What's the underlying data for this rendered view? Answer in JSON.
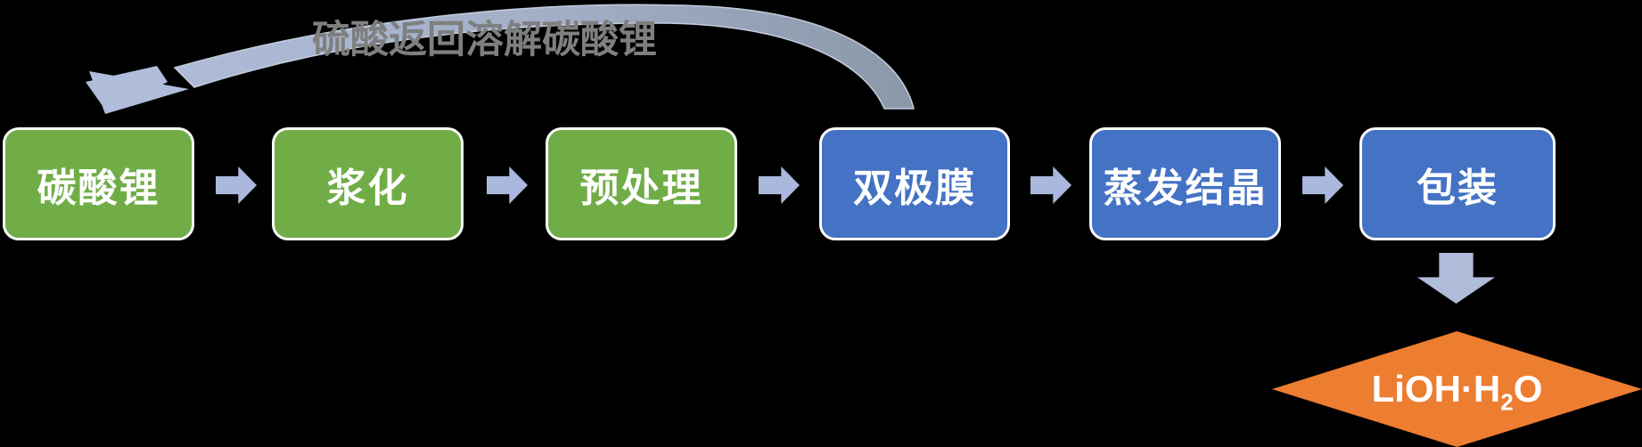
{
  "diagram": {
    "feedback_label": "硫酸返回溶解碳酸锂",
    "steps": [
      {
        "label": "碳酸锂",
        "color": "#70AD47"
      },
      {
        "label": "浆化",
        "color": "#70AD47"
      },
      {
        "label": "预处理",
        "color": "#70AD47"
      },
      {
        "label": "双极膜",
        "color": "#4472C4"
      },
      {
        "label": "蒸发结晶",
        "color": "#4472C4"
      },
      {
        "label": "包装",
        "color": "#4472C4"
      }
    ],
    "product": {
      "formula_main": "LiOH·H",
      "formula_sub": "2",
      "formula_tail": "O",
      "color": "#ED7D31"
    },
    "colors": {
      "background": "#000000",
      "box_green": "#70AD47",
      "box_blue": "#4472C4",
      "connector": "#A9B8DC",
      "feedback_arc_start": "#B2BEDC",
      "feedback_arc_end": "#8B98A9",
      "feedback_label_gray": "#7F7F7F",
      "product_orange": "#ED7D31",
      "text_white": "#FFFFFF"
    }
  }
}
